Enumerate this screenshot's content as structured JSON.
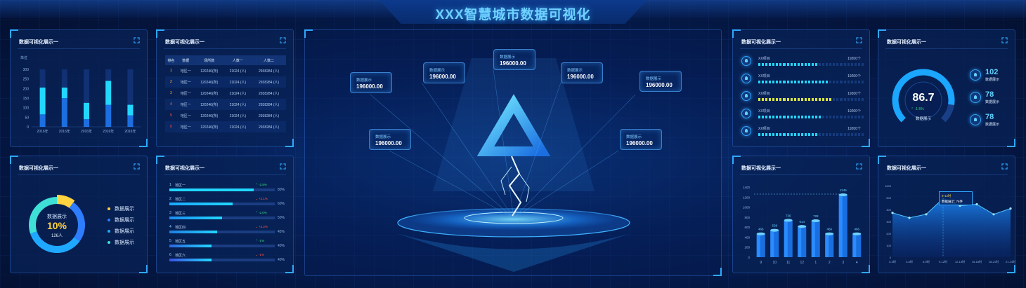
{
  "header": {
    "title": "XXX智慧城市数据可视化"
  },
  "colors": {
    "accent": "#2fa8ff",
    "cyan": "#22d7ff",
    "blue": "#1c6fe0",
    "yellow": "#ffd23f",
    "red": "#ff5a3f",
    "green": "#3ddc84"
  },
  "panels": {
    "bar_chart": {
      "title": "数据可视化展示一",
      "unit": "单位"
    },
    "table": {
      "title": "数据可视化展示一"
    },
    "donut": {
      "title": "数据可视化展示一"
    },
    "progress": {
      "title": "数据可视化展示一"
    },
    "list": {
      "title": "数据可视化展示一"
    },
    "gauge": {
      "title": "数据可视化展示一"
    },
    "bar3d": {
      "title": "数据可视化展示一"
    },
    "area": {
      "title": "数据可视化展示一"
    }
  },
  "bar_chart": {
    "chart_data": {
      "type": "bar",
      "categories": [
        "2016年",
        "2016年",
        "2016年",
        "2016年",
        "2016年"
      ],
      "series": [
        {
          "values": [
            65,
            150,
            40,
            115,
            60
          ]
        },
        {
          "values": [
            140,
            55,
            85,
            125,
            55
          ]
        }
      ],
      "ylim": [
        0,
        300
      ],
      "yticks": [
        "0",
        "50",
        "100",
        "150",
        "200",
        "250",
        "300"
      ]
    }
  },
  "table": {
    "headers": [
      "排名",
      "数据",
      "场所数",
      "人数一",
      "人数二"
    ],
    "rows": [
      [
        "1",
        "地区一",
        "120246(所)",
        "21024 (人)",
        "2938284 (人)"
      ],
      [
        "2",
        "地区一",
        "120246(所)",
        "21024 (人)",
        "2938284 (人)"
      ],
      [
        "3",
        "地区一",
        "120246(所)",
        "21024 (人)",
        "2938284 (人)"
      ],
      [
        "4",
        "地区一",
        "120246(所)",
        "21024 (人)",
        "2938284 (人)"
      ],
      [
        "5",
        "地区一",
        "120246(所)",
        "21024 (人)",
        "2938284 (人)"
      ],
      [
        "6",
        "地区一",
        "120246(所)",
        "21024 (人)",
        "2938284 (人)"
      ]
    ]
  },
  "donut": {
    "center_label": "数据展示",
    "center_value": "10%",
    "center_sub": "126人",
    "chart_data": {
      "type": "pie",
      "labels": [
        "数据展示",
        "数据展示",
        "数据展示",
        "数据展示"
      ],
      "values": [
        10,
        25,
        35,
        30
      ],
      "colors": [
        "#ffd23f",
        "#2f7dff",
        "#1fa8ff",
        "#3fe0d6"
      ]
    }
  },
  "progress": {
    "rows": [
      {
        "num": "1",
        "label": "地区一",
        "chg": "-2.5%",
        "trend": "up",
        "pct": "80%",
        "value": 0.8,
        "color": "#22d7ff"
      },
      {
        "num": "2",
        "label": "地区二",
        "chg": "+2.1%",
        "trend": "down",
        "pct": "60%",
        "value": 0.6,
        "color": "#1aa7ff"
      },
      {
        "num": "3",
        "label": "地区三",
        "chg": "-2.0%",
        "trend": "up",
        "pct": "50%",
        "value": 0.5,
        "color": "#1b8df0"
      },
      {
        "num": "4",
        "label": "地区四",
        "chg": "+3.2%",
        "trend": "down",
        "pct": "45%",
        "value": 0.45,
        "color": "#1f7de0"
      },
      {
        "num": "5",
        "label": "地区五",
        "chg": "-1%",
        "trend": "up",
        "pct": "40%",
        "value": 0.4,
        "color": "#2c66e0"
      },
      {
        "num": "6",
        "label": "地区六",
        "chg": "-1%",
        "trend": "down",
        "pct": "40%",
        "value": 0.4,
        "color": "#3b53e6"
      }
    ]
  },
  "center": {
    "boxes": [
      {
        "label": "数据展示",
        "value": "196000.00"
      },
      {
        "label": "数据展示",
        "value": "196000.00"
      },
      {
        "label": "数据展示",
        "value": "196000.00"
      },
      {
        "label": "数据展示",
        "value": "196000.00"
      },
      {
        "label": "数据展示",
        "value": "196000.00"
      },
      {
        "label": "数据展示",
        "value": "196000.00"
      },
      {
        "label": "数据展示",
        "value": "196000.00"
      }
    ]
  },
  "list": {
    "rows": [
      {
        "name": "XX项目",
        "value": "19200个",
        "filled": 0.55,
        "color": "#22d7ff"
      },
      {
        "name": "XX项目",
        "value": "19200个",
        "filled": 0.65,
        "color": "#22d7ff"
      },
      {
        "name": "XX项目",
        "value": "19200个",
        "filled": 0.7,
        "color": "#d8e83f"
      },
      {
        "name": "XX项目",
        "value": "19200个",
        "filled": 0.6,
        "color": "#22d7ff"
      },
      {
        "name": "XX项目",
        "value": "19200个",
        "filled": 0.58,
        "color": "#22d7ff"
      }
    ]
  },
  "gauge": {
    "value": "86.7",
    "change": "-1.5%",
    "label": "数据展示",
    "level": 0.867,
    "stats": [
      {
        "value": "102",
        "label": "数据展示"
      },
      {
        "value": "78",
        "label": "数据展示"
      },
      {
        "value": "78",
        "label": "数据展示"
      }
    ]
  },
  "bar3d": {
    "chart_data": {
      "type": "bar",
      "categories": [
        "9",
        "10",
        "11",
        "12",
        "1",
        "2",
        "3",
        "4"
      ],
      "values": [
        466,
        538,
        736,
        614,
        728,
        466,
        1246,
        466
      ],
      "value_labels": [
        "466",
        "538",
        "736",
        "614",
        "728",
        "466",
        "1246",
        "466"
      ],
      "ylim": [
        0,
        1400
      ],
      "yticks": [
        "0",
        "200",
        "400",
        "600",
        "800",
        "1000",
        "1200",
        "1400"
      ]
    }
  },
  "area": {
    "tooltip_title": "9-12时",
    "tooltip_body": "数据展示: 76件",
    "chart_data": {
      "type": "area",
      "categories": [
        "0-3时",
        "3-6时",
        "6-9时",
        "9-12时",
        "12-15时",
        "15-18时",
        "18-21时",
        "21-24时"
      ],
      "values": [
        62,
        55,
        60,
        82,
        72,
        74,
        60,
        68
      ],
      "ylim": [
        0,
        100
      ],
      "yticks": [
        "0",
        "100",
        "200",
        "300",
        "400",
        "500",
        "1000"
      ]
    }
  }
}
